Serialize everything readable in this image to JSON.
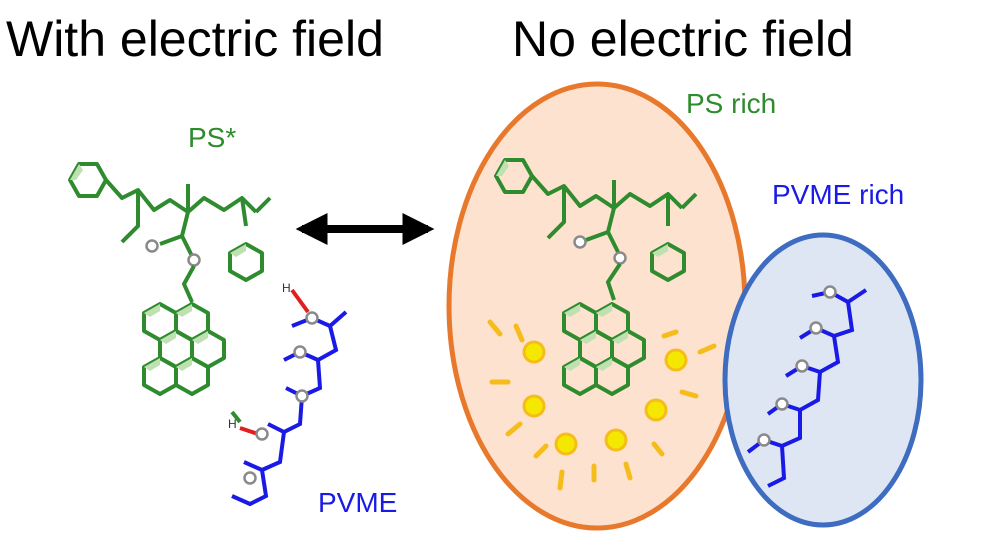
{
  "headings": {
    "with_field": "With electric field",
    "no_field": "No electric field"
  },
  "labels": {
    "ps_star": "PS*",
    "pvme": "PVME",
    "ps_rich": "PS rich",
    "pvme_rich": "PVME rich"
  },
  "atom_labels": {
    "hydrogen": "H"
  },
  "colors": {
    "ps": "#2e8b2e",
    "pvme": "#1a1ae6",
    "hbond": "#e02020",
    "ps_rich_fill": "#fde3cf",
    "ps_rich_stroke": "#e8782c",
    "pvme_rich_fill": "#dfe6f3",
    "pvme_rich_stroke": "#3d6cc0",
    "fluorescence": "#f5bc1c",
    "oxygen_atom": "#8a8a8a",
    "arrow": "#000000"
  },
  "icons": {
    "arrow": "double-headed-arrow-icon",
    "emission": "fluorescence-glow-icon"
  }
}
